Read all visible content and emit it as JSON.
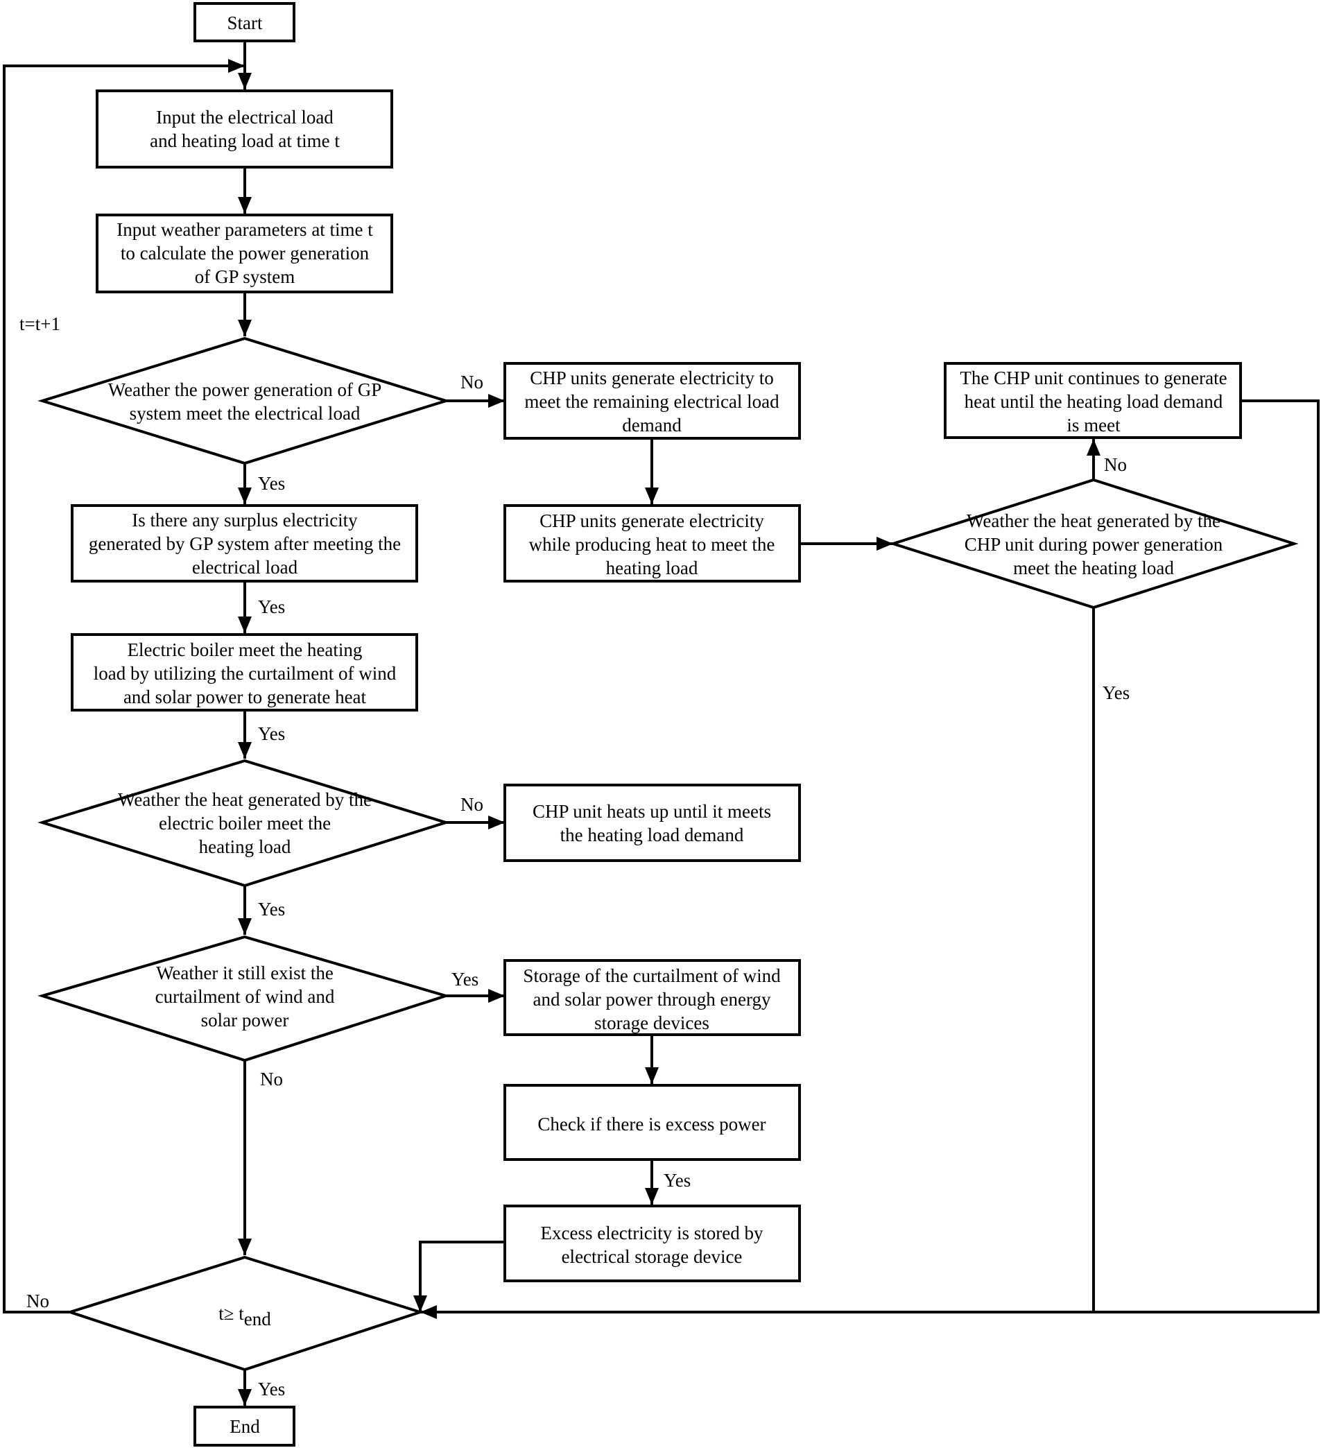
{
  "nodes": {
    "start": [
      "Start"
    ],
    "input_load": [
      "Input the electrical load",
      "and heating load at time t"
    ],
    "input_weather": [
      "Input weather parameters at time t",
      "to calculate the power generation",
      "of  GP system"
    ],
    "dec_gp_meet": [
      "Weather the power generation of GP",
      "system meet the electrical load"
    ],
    "surplus": [
      "Is there any surplus electricity",
      "generated by GP system  after meeting the",
      "electrical load"
    ],
    "boiler": [
      "Electric boiler meet the heating",
      "load by utilizing the curtailment of wind",
      "and solar power to generate heat"
    ],
    "dec_boiler_heat": [
      "Weather the heat generated by the",
      "electric boiler meet the",
      "heating load"
    ],
    "dec_curtail": [
      "Weather it still exist the",
      "curtailment of wind and",
      "solar power"
    ],
    "dec_tend": [
      "t≥ t"
    ],
    "dec_tend_sub": "end",
    "end": [
      "End"
    ],
    "chp_gen_elec": [
      "CHP units generate electricity to",
      "meet the remaining electrical load",
      "demand"
    ],
    "chp_gen_heat": [
      "CHP units generate electricity",
      "while producing heat to meet the",
      "heating load"
    ],
    "chp_heat_up": [
      "CHP unit heats up until it meets",
      "the heating load demand"
    ],
    "storage_curtail": [
      "Storage of  the curtailment of wind",
      "and solar power through energy",
      "storage devices"
    ],
    "check_excess": [
      "Check if there is excess power"
    ],
    "excess_stored": [
      "Excess electricity is stored by",
      "electrical storage device"
    ],
    "dec_chp_heat": [
      "Weather  the heat generated by the",
      "CHP unit during power generation",
      "meet  the heating load"
    ],
    "chp_continue": [
      "The CHP unit continues to generate",
      "heat until the heating load demand",
      "is meet"
    ]
  },
  "edge_labels": {
    "loop": "t=t+1",
    "gp_no": "No",
    "gp_yes": "Yes",
    "surplus_yes": "Yes",
    "boiler_yes": "Yes",
    "boiler_heat_no": "No",
    "boiler_heat_yes": "Yes",
    "curtail_yes": "Yes",
    "curtail_no": "No",
    "excess_yes": "Yes",
    "chp_heat_no": "No",
    "chp_heat_yes": "Yes",
    "tend_no": "No",
    "tend_yes": "Yes"
  }
}
